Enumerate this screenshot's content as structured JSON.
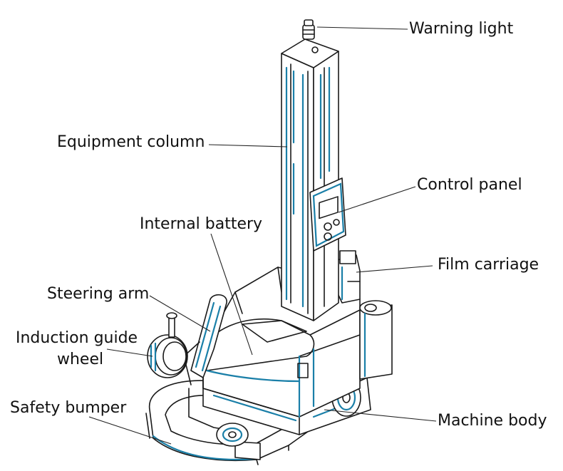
{
  "labels": {
    "warning_light": "Warning light",
    "equipment_column": "Equipment column",
    "control_panel": "Control panel",
    "internal_battery": "Internal battery",
    "film_carriage": "Film carriage",
    "steering_arm": "Steering arm",
    "induction_guide_wheel_line1": "Induction guide",
    "induction_guide_wheel_line2": "wheel",
    "safety_bumper": "Safety bumper",
    "machine_body": "Machine body"
  },
  "colors": {
    "line": "#1a1a1a",
    "accent": "#1a7fa8",
    "text": "#111111",
    "background": "#ffffff"
  }
}
